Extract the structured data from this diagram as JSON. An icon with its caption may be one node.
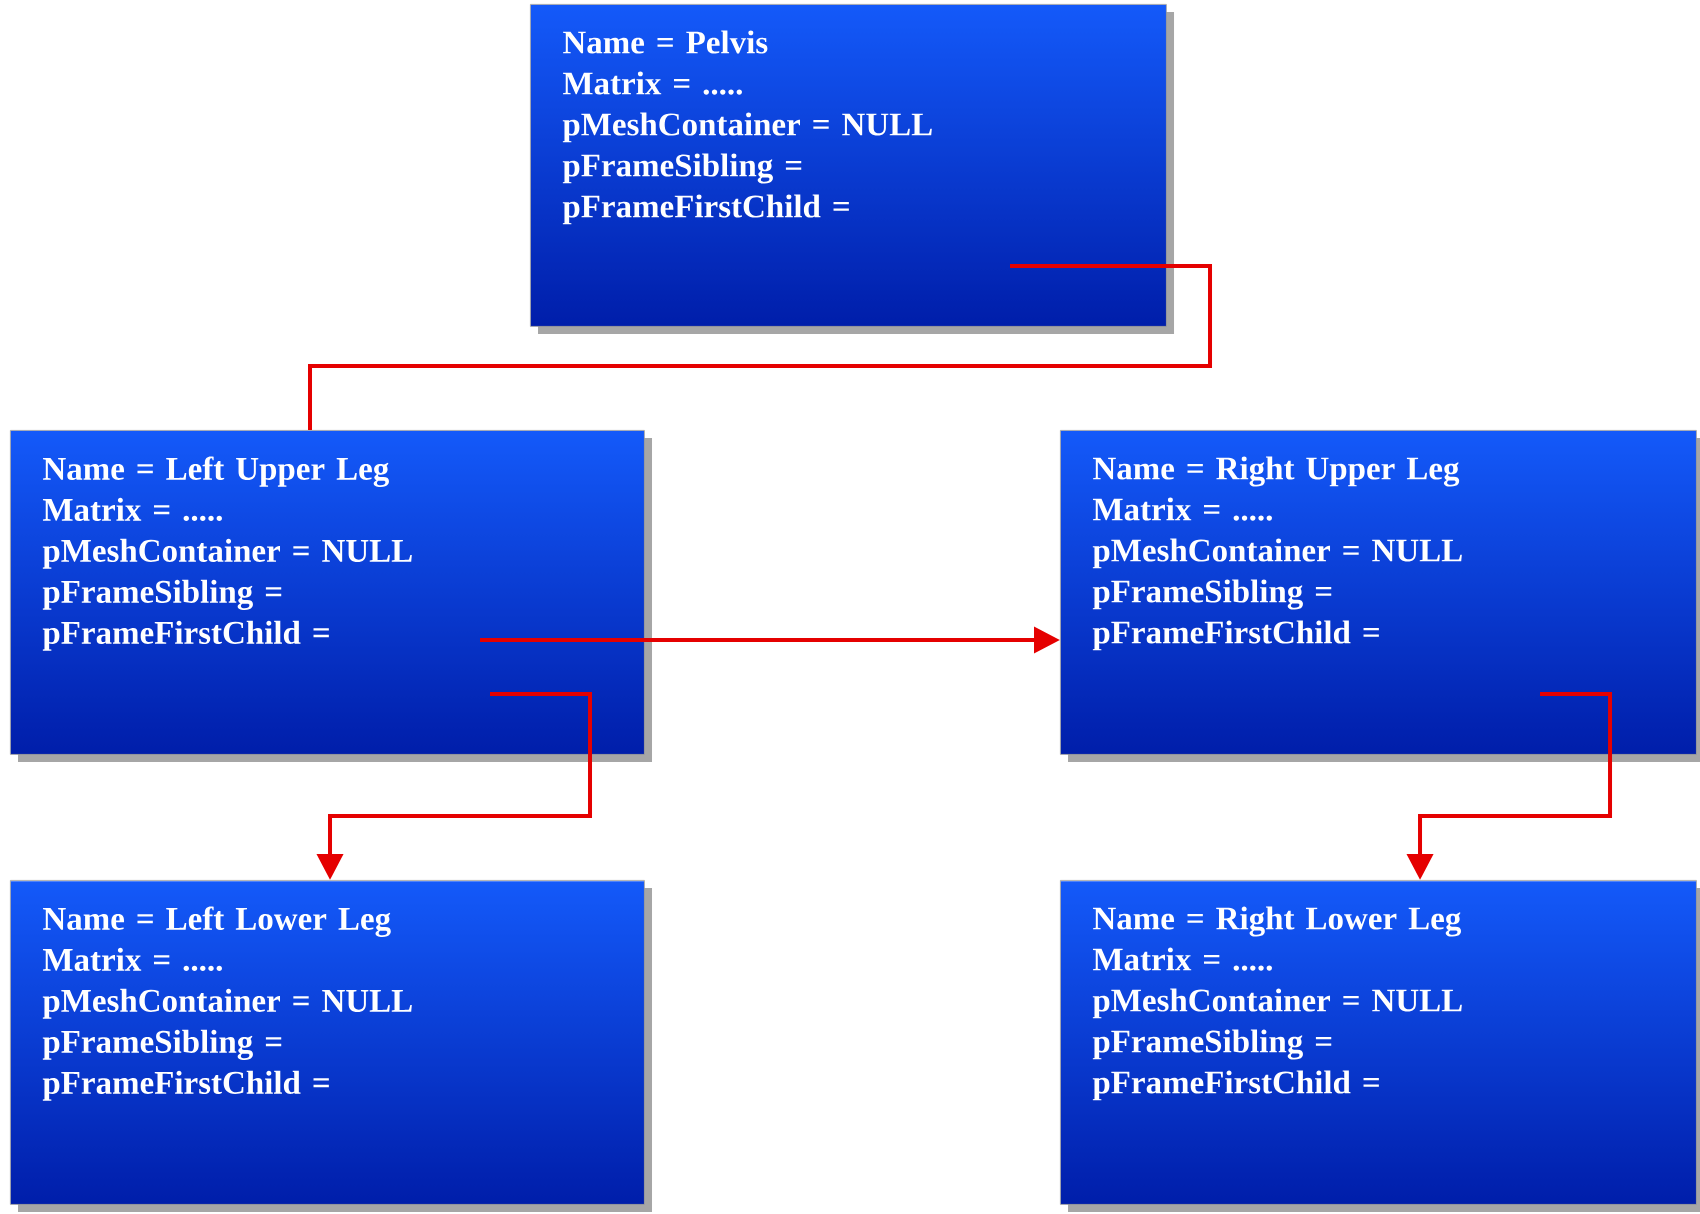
{
  "diagram": {
    "nodes": [
      {
        "text": [
          "Name = Pelvis",
          "Matrix = .....",
          "pMeshContainer  = NULL",
          "pFrameSibling     =",
          "pFrameFirstChild ="
        ]
      },
      {
        "text": [
          "Name = Left Upper Leg",
          "Matrix = .....",
          "pMeshContainer  = NULL",
          "pFrameSibling     =",
          "pFrameFirstChild ="
        ]
      },
      {
        "text": [
          "Name = Right Upper Leg",
          "Matrix = .....",
          "pMeshContainer  = NULL",
          "pFrameSibling     =",
          "pFrameFirstChild ="
        ]
      },
      {
        "text": [
          "Name = Left Lower Leg",
          "Matrix = .....",
          "pMeshContainer  = NULL",
          "pFrameSibling     =",
          "pFrameFirstChild ="
        ]
      },
      {
        "text": [
          "Name = Right Lower Leg",
          "Matrix = .....",
          "pMeshContainer  = NULL",
          "pFrameSibling     =",
          "pFrameFirstChild ="
        ]
      }
    ],
    "edges": [
      {
        "from": 0,
        "to": 1,
        "arrow": "none"
      },
      {
        "from": 1,
        "to": 2,
        "arrow": "to"
      },
      {
        "from": 1,
        "to": 3,
        "arrow": "to"
      },
      {
        "from": 2,
        "to": 4,
        "arrow": "to"
      }
    ]
  }
}
